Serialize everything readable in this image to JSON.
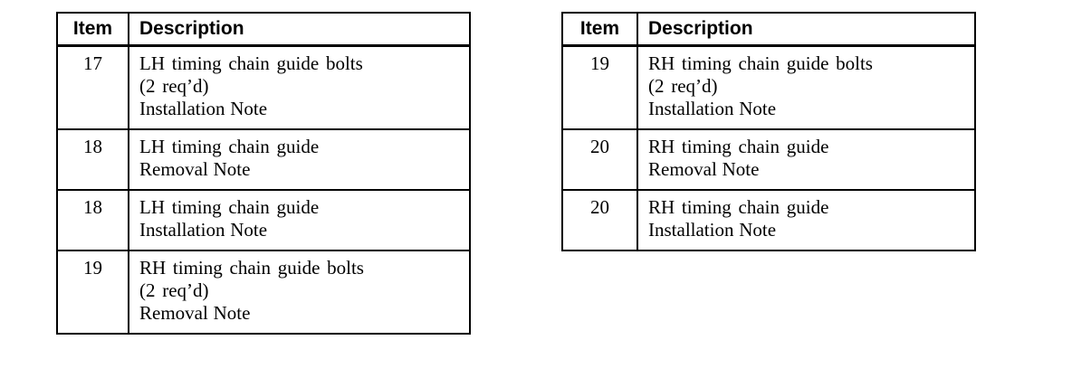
{
  "document": {
    "kind": "parts-reference-tables",
    "table_count": 2,
    "background_color": "#ffffff",
    "text_color": "#000000"
  },
  "tables": [
    {
      "name": "left-table",
      "columns": [
        "Item",
        "Description"
      ],
      "rows": [
        {
          "item": "17",
          "description_lines": [
            "LH timing chain guide bolts",
            "(2 req’d)",
            "Installation Note"
          ]
        },
        {
          "item": "18",
          "description_lines": [
            "LH timing chain guide",
            "Removal Note"
          ]
        },
        {
          "item": "18",
          "description_lines": [
            "LH timing chain guide",
            "Installation Note"
          ]
        },
        {
          "item": "19",
          "description_lines": [
            "RH timing chain guide bolts",
            "(2 req’d)",
            "Removal Note"
          ]
        }
      ]
    },
    {
      "name": "right-table",
      "columns": [
        "Item",
        "Description"
      ],
      "rows": [
        {
          "item": "19",
          "description_lines": [
            "RH timing chain guide bolts",
            "(2 req’d)",
            "Installation Note"
          ]
        },
        {
          "item": "20",
          "description_lines": [
            "RH timing chain guide",
            "Removal Note"
          ]
        },
        {
          "item": "20",
          "description_lines": [
            "RH timing chain guide",
            "Installation Note"
          ]
        }
      ]
    }
  ]
}
